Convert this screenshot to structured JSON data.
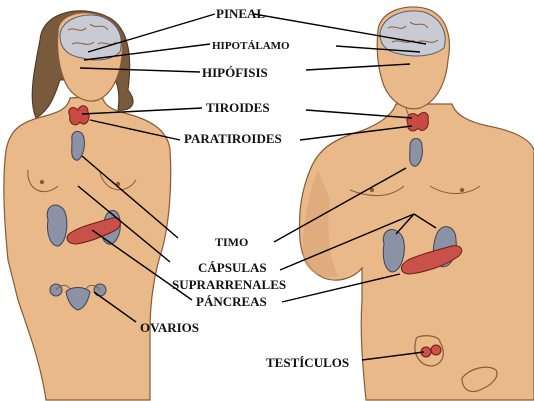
{
  "labels": {
    "pineal": "PINEAL",
    "hipotalamo": "HIPOTÁLAMO",
    "hipofisis": "HIPÓFISIS",
    "tiroides": "TIROIDES",
    "paratiroides": "PARATIROIDES",
    "timo": "TIMO",
    "capsulas_1": "CÁPSULAS",
    "capsulas_2": "SUPRARRENALES",
    "pancreas": "PÁNCREAS",
    "ovarios": "OVARIOS",
    "testiculos": "TESTÍCULOS"
  },
  "colors": {
    "skin": "#e9b98a",
    "gland_red": "#c9514a",
    "gland_grey": "#8c92a6",
    "brain": "#c8cbd3"
  }
}
